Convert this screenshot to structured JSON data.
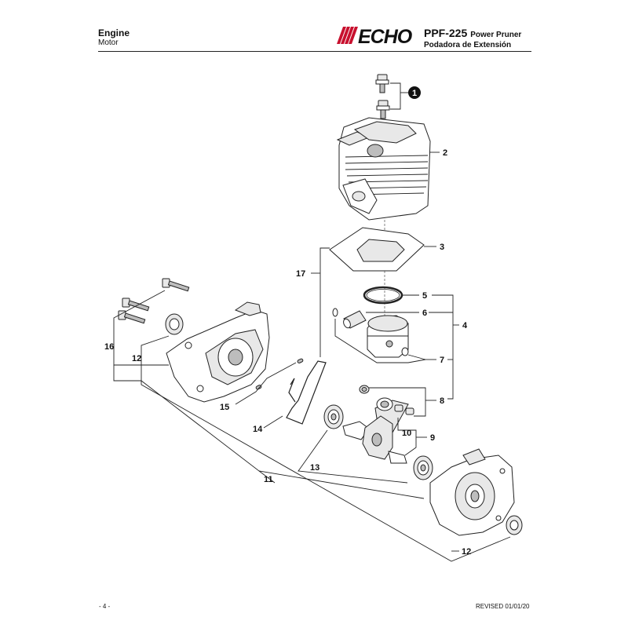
{
  "header": {
    "title": "Engine",
    "subtitle": "Motor",
    "brand": "ECHO",
    "model": "PPF-225",
    "product_en": "Power Pruner",
    "product_es": "Podadora de Extensión"
  },
  "footer": {
    "page": "- 4 -",
    "revised": "REVISED 01/01/20"
  },
  "callouts": {
    "c1": "1",
    "c2": "2",
    "c3": "3",
    "c4": "4",
    "c5": "5",
    "c6": "6",
    "c7": "7",
    "c8": "8",
    "c9": "9",
    "c10": "10",
    "c11": "11",
    "c12a": "12",
    "c12b": "12",
    "c13": "13",
    "c14": "14",
    "c15": "15",
    "c16": "16",
    "c17": "17"
  },
  "colors": {
    "ink": "#111111",
    "background": "#ffffff",
    "logo_stripes": "#c8102e"
  }
}
